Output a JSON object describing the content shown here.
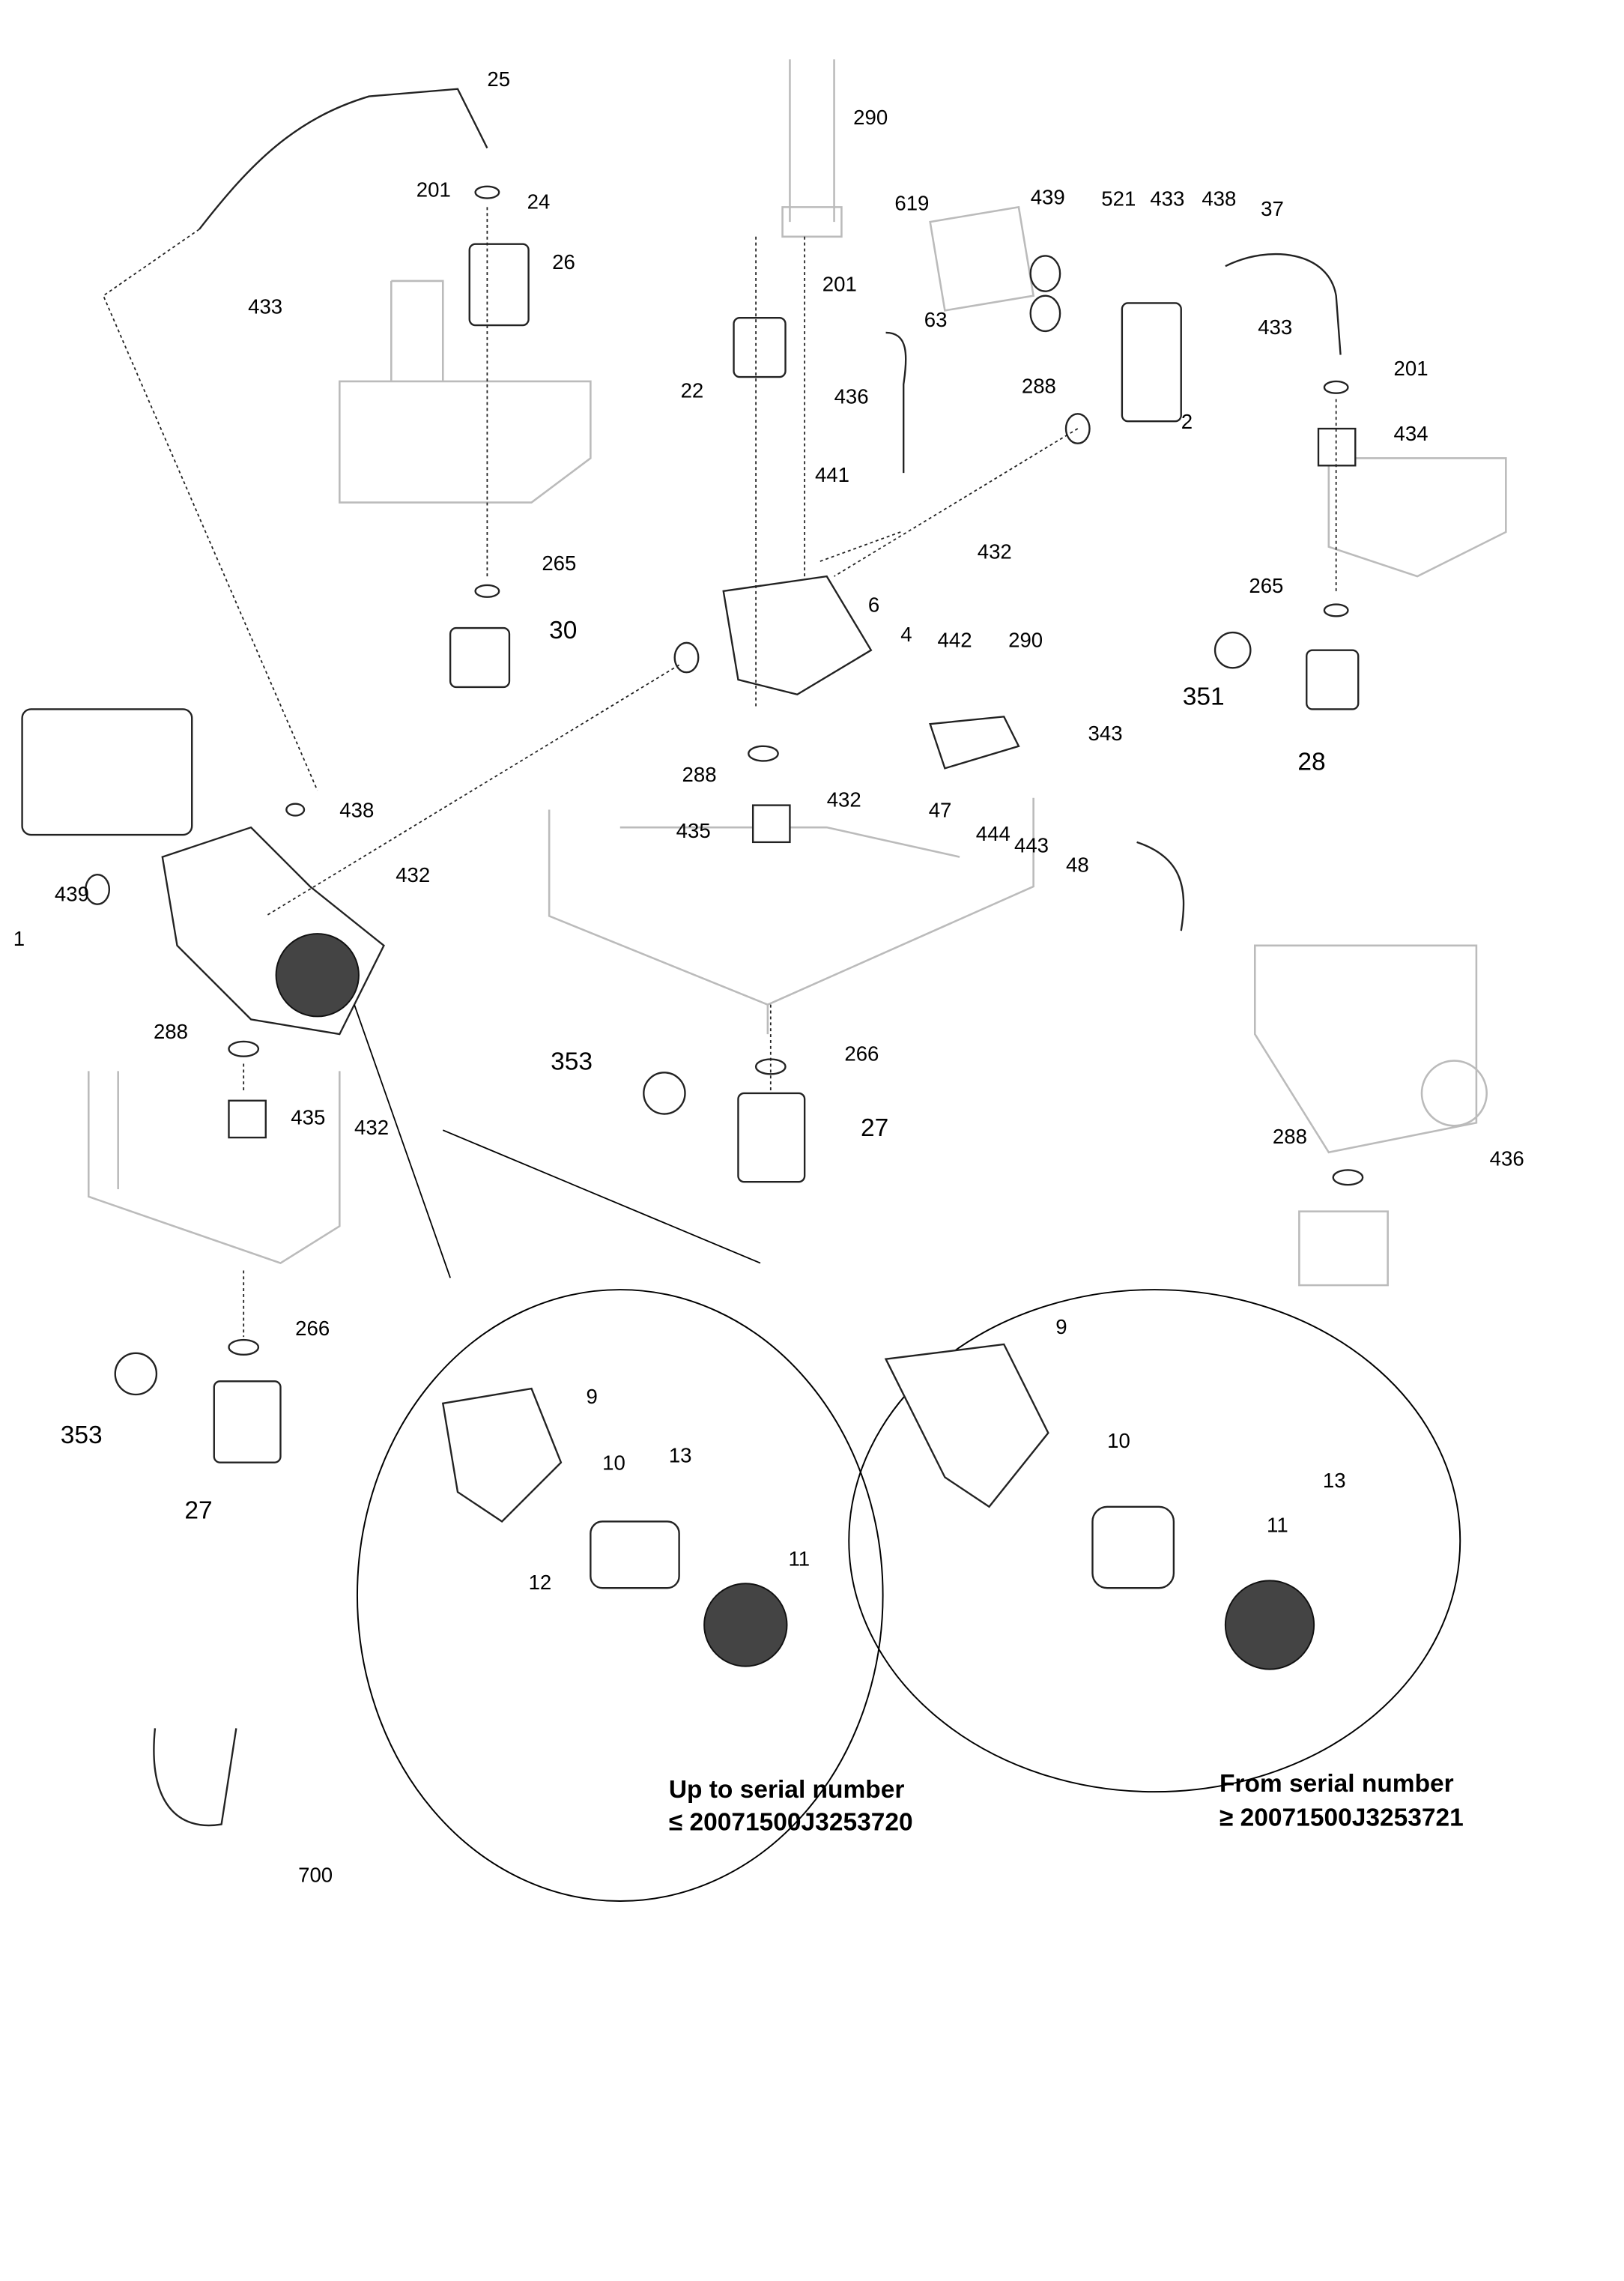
{
  "callouts": [
    "25",
    "201",
    "24",
    "26",
    "433",
    "290",
    "619",
    "439",
    "521",
    "433",
    "438",
    "37",
    "201",
    "63",
    "22",
    "436",
    "433",
    "201",
    "288",
    "2",
    "434",
    "441",
    "432",
    "265",
    "265",
    "6",
    "30",
    "4",
    "442",
    "290",
    "351",
    "343",
    "28",
    "288",
    "432",
    "47",
    "438",
    "435",
    "444",
    "443",
    "48",
    "439",
    "1",
    "432",
    "288",
    "266",
    "353",
    "435",
    "432",
    "27",
    "288",
    "436",
    "266",
    "9",
    "9",
    "10",
    "353",
    "13",
    "10",
    "13",
    "27",
    "11",
    "12",
    "11",
    "700"
  ],
  "captions": {
    "left": {
      "line1": "Up to serial number",
      "line2": "≤ 20071500J3253720"
    },
    "right": {
      "line1": "From serial number",
      "line2": "≥ 20071500J3253721"
    }
  }
}
